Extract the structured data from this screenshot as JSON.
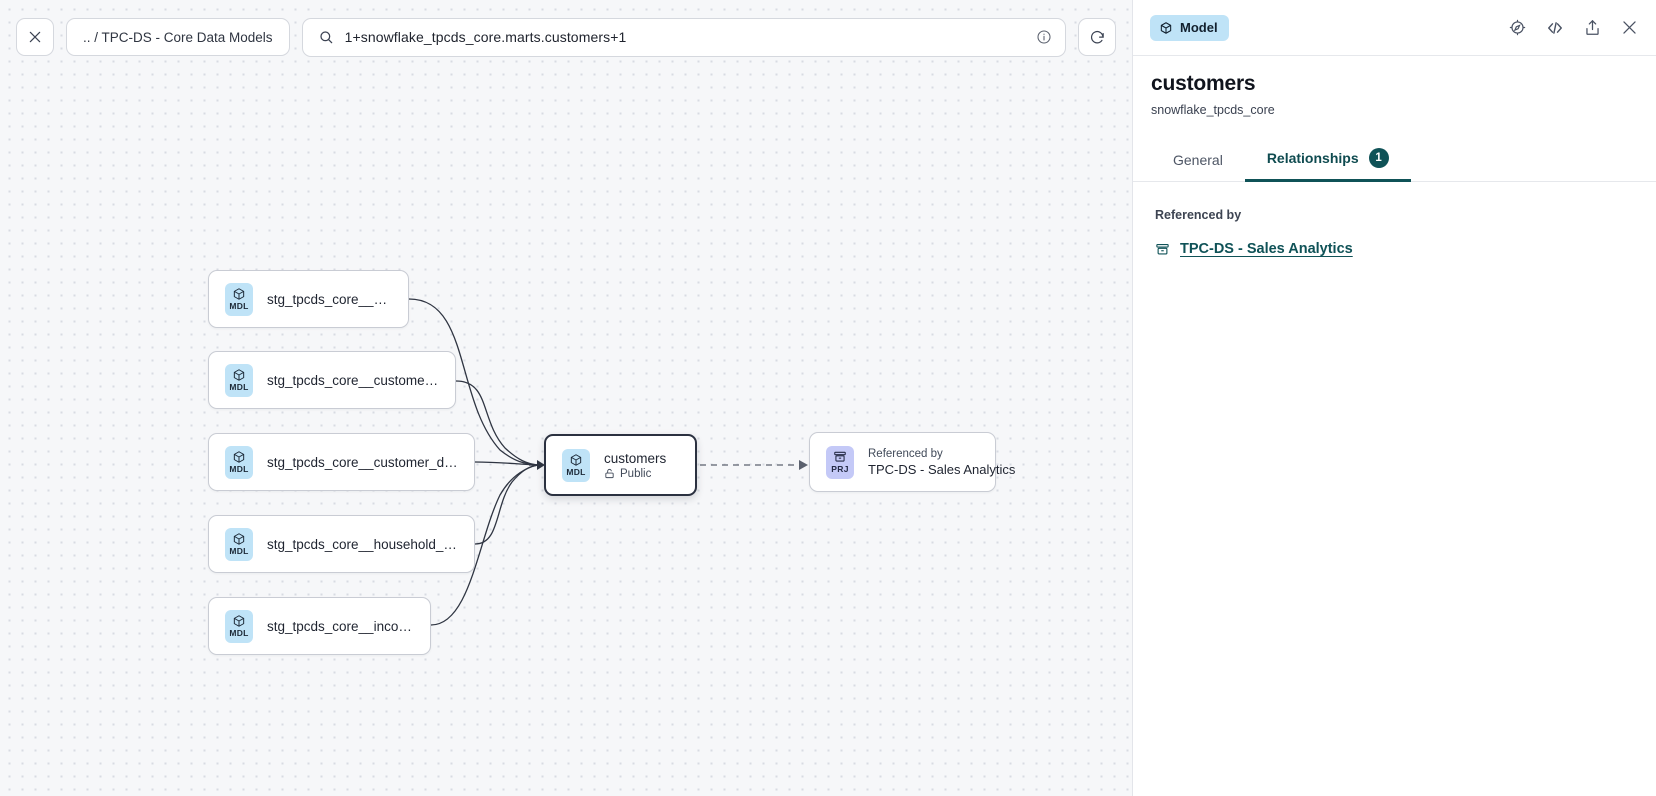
{
  "toolbar": {
    "close_label": "close-icon",
    "breadcrumb": ".. / TPC-DS - Core Data Models",
    "search_value": "1+snowflake_tpcds_core.marts.customers+1",
    "search_icon": "search-icon",
    "info_icon": "info-circle-icon",
    "refresh_icon": "refresh-icon"
  },
  "graph": {
    "nodes": [
      {
        "id": "stg-customer",
        "badge": "MDL",
        "title": "stg_tpcds_core__customer"
      },
      {
        "id": "stg-customer-address",
        "badge": "MDL",
        "title": "stg_tpcds_core__customer_address"
      },
      {
        "id": "stg-customer-demographics",
        "badge": "MDL",
        "title": "stg_tpcds_core__customer_demogra…"
      },
      {
        "id": "stg-household-demographics",
        "badge": "MDL",
        "title": "stg_tpcds_core__household_demogr…"
      },
      {
        "id": "stg-income-band",
        "badge": "MDL",
        "title": "stg_tpcds_core__income_band"
      }
    ],
    "center_node": {
      "badge": "MDL",
      "title": "customers",
      "visibility": "Public",
      "visibility_icon": "lock-icon"
    },
    "project_node": {
      "badge": "PRJ",
      "overline": "Referenced by",
      "title": "TPC-DS - Sales Analytics"
    }
  },
  "panel": {
    "chip_label": "Model",
    "chip_icon": "cube-icon",
    "actions": [
      {
        "name": "lineage-compass-icon"
      },
      {
        "name": "code-icon"
      },
      {
        "name": "share-icon"
      },
      {
        "name": "close-icon"
      }
    ],
    "title": "customers",
    "subtitle": "snowflake_tpcds_core",
    "tabs": [
      {
        "label": "General",
        "active": false,
        "count": null
      },
      {
        "label": "Relationships",
        "active": true,
        "count": "1"
      }
    ],
    "section_label": "Referenced by",
    "referenced_by": [
      {
        "label": "TPC-DS - Sales Analytics",
        "icon": "project-icon"
      }
    ]
  },
  "colors": {
    "accent": "#0f5257",
    "mdl_badge": "#bfe3f7",
    "prj_badge": "#c4c9f7",
    "canvas": "#f6f7f9"
  }
}
